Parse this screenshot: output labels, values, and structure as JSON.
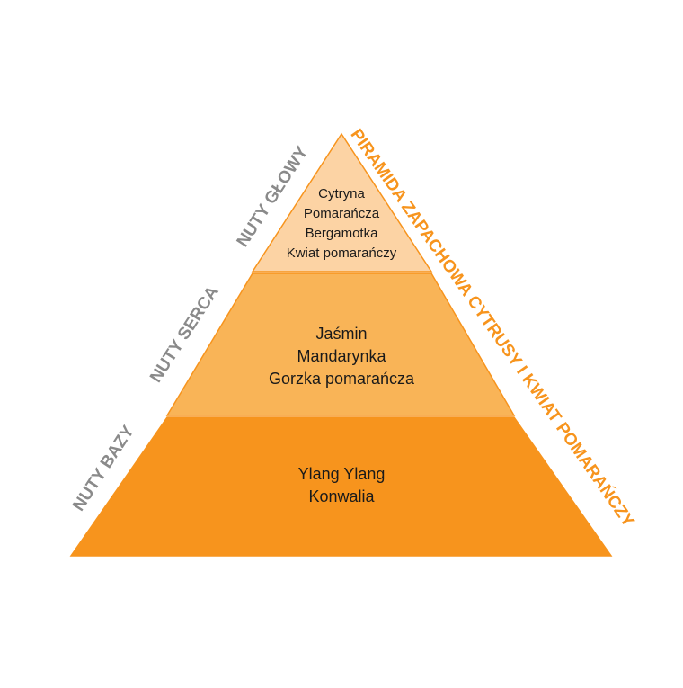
{
  "colors": {
    "top_tier": "#fcd3a4",
    "middle_tier": "#f9b457",
    "bottom_tier": "#f7941d",
    "tier_border": "#f7941d",
    "side_label": "#8a8a8a",
    "title": "#f7941d"
  },
  "title": "PIRAMIDA ZAPACHOWA CYTRUSY I KWIAT POMARAŃCZY",
  "tiers": {
    "top": {
      "label": "NUTY GŁOWY",
      "notes": [
        "Cytryna",
        "Pomarańcza",
        "Bergamotka",
        "Kwiat pomarańczy"
      ]
    },
    "middle": {
      "label": "NUTY SERCA",
      "notes": [
        "Jaśmin",
        "Mandarynka",
        "Gorzka pomarańcza"
      ]
    },
    "bottom": {
      "label": "NUTY BAZY",
      "notes": [
        "Ylang Ylang",
        "Konwalia"
      ]
    }
  }
}
